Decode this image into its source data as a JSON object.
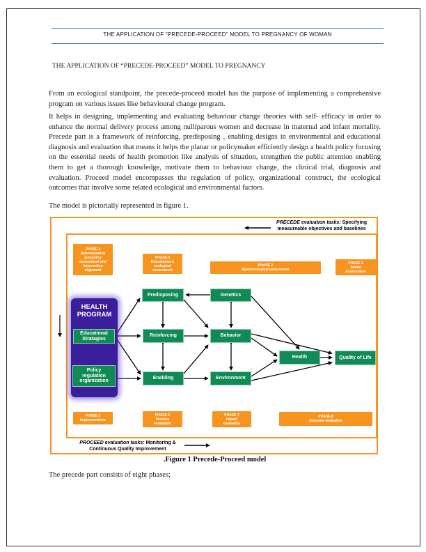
{
  "header": {
    "title": "THE APPLICATION OF \"PRECEDE-PROCEED\" MODEL TO PREGNANCY OF WOMAN",
    "subtitle": "THE APPLICATION OF “PRECEDE-PROCEED” MODEL TO PREGNANCY"
  },
  "paragraphs": {
    "p1": "From an ecological standpoint, the precede-proceed model has the purpose of implementing a comprehensive program on various issues like behavioural change program.",
    "p2": "It helps in designing, implementing and evaluating behaviour change theories with self- efficacy in order to enhance the normal delivery process among nulliparous women and decrease in maternal and infant mortality. Precede part is a framework of reinforcing, predisposing , enabling designs  in environmental  and educational diagnosis and evaluation that means it helps the planar or policymaker efficiently  design a health policy focusing on the essential needs of health promotion like analysis  of situation, strengthen the public attention enabling them to get a thorough knowledge, motivate them to behaviour change, the clinical trial, diagnosis and evaluation. Proceed model encompasses the regulation of policy, organizational construct, the ecological outcomes that involve some related ecological and environmental factors.",
    "p3": "The  model is pictorially represented in figure 1.",
    "p4": "The precede part consists of eight phases;"
  },
  "figure": {
    "caption": ".Figure 1 Precede-Proceed model",
    "precede": {
      "line1_italic": "PRECEDE evaluation tasks:",
      "line1_rest": " Specifying",
      "line2": "measureable objectives and baselines"
    },
    "proceed": {
      "line1_italic": "PROCEED evaluation tasks:",
      "line1_rest": " Monitoring &",
      "line2": "Continuous Quality Improvement"
    },
    "program_title": "HEALTH\nPROGRAM",
    "phases": [
      {
        "label": "PHASE 4\nAdministrative\nand policy\nassessment and\nintervention\nalignment"
      },
      {
        "label": "PHASE 3\nEducational &\necological\nassessment"
      },
      {
        "label": "PHASE 2\nEpidemiological assessment"
      },
      {
        "label": "PHASE 1\nSocial\nAssessment"
      },
      {
        "label": "PHASE 5\nImplementation"
      },
      {
        "label": "PHASE 6\nProcess\nevaluation"
      },
      {
        "label": "PHASE 7\nImpact\nevaluation"
      },
      {
        "label": "PHASE 8\nOutcome evaluation"
      }
    ],
    "nodes": [
      {
        "label": "Predisposing"
      },
      {
        "label": "Genetics"
      },
      {
        "label": "Reinforcing"
      },
      {
        "label": "Behavior"
      },
      {
        "label": "Enabling"
      },
      {
        "label": "Environment"
      },
      {
        "label": "Health"
      },
      {
        "label": "Quality of Life"
      },
      {
        "label": "Educational\nStratagies"
      },
      {
        "label": "Policy\nregulation\norganization"
      }
    ]
  },
  "colors": {
    "accent_orange": "#f79420",
    "node_green": "#118b56",
    "program_purple": "#3a1e9c",
    "header_rule_blue": "#4a7ea8"
  }
}
